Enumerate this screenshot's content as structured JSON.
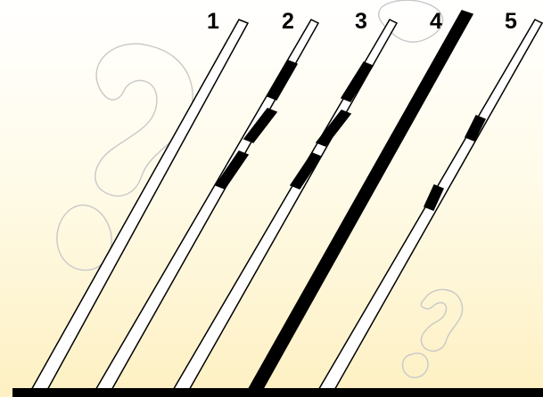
{
  "figure": {
    "labels": [
      "1",
      "2",
      "3",
      "4",
      "5"
    ],
    "colors": {
      "background_top": "#ffffff",
      "background_bottom": "#fdf0c2",
      "stroke": "#000000",
      "fill_white": "#ffffff",
      "fill_black": "#000000",
      "decoration": "#c8c8c8"
    },
    "strips": [
      {
        "label": "1",
        "pattern": "all-white",
        "black_segments": 0
      },
      {
        "label": "2",
        "pattern": "alternating-black-white-center",
        "black_segments": 3
      },
      {
        "label": "3",
        "pattern": "alternating-black-white-center",
        "black_segments": 3
      },
      {
        "label": "4",
        "pattern": "all-black",
        "black_segments": 1
      },
      {
        "label": "5",
        "pattern": "two-separated-black-bands",
        "black_segments": 2
      }
    ]
  }
}
